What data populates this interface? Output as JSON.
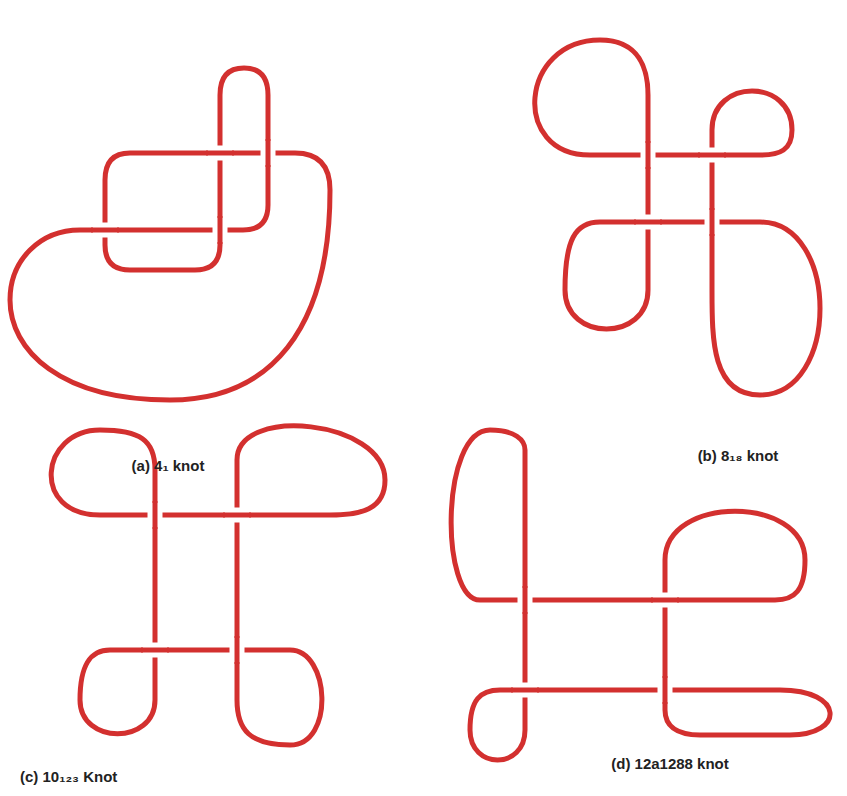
{
  "diagram": {
    "labels": [
      "(a) 4₁ knot",
      "(b) 8₁₈ knot",
      "(c) 10₁₂₃ Knot",
      "(d) 12a1288 knot"
    ]
  }
}
